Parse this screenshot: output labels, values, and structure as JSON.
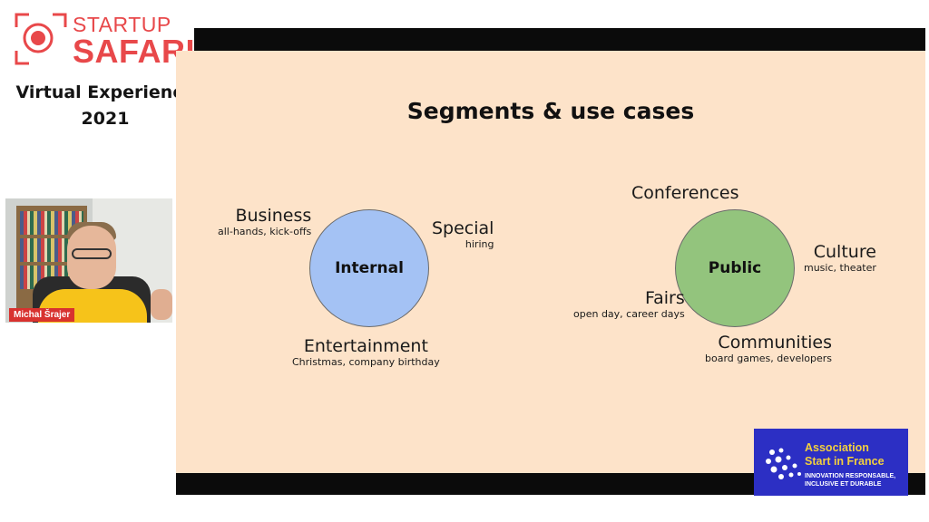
{
  "branding": {
    "logo_line1": "STARTUP",
    "logo_line2": "SAFARI",
    "event_line1": "Virtual Experience",
    "event_line2": "2021",
    "brand_color": "#e8484a"
  },
  "webcam": {
    "speaker_name": "Michal Šrajer"
  },
  "slide": {
    "title": "Segments & use cases",
    "background": "#fde3c9",
    "groups": [
      {
        "center_label": "Internal",
        "color": "#a4c2f4",
        "segments": [
          {
            "title": "Business",
            "subtitle": "all-hands, kick-offs"
          },
          {
            "title": "Special",
            "subtitle": "hiring"
          },
          {
            "title": "Entertainment",
            "subtitle": "Christmas, company birthday"
          }
        ]
      },
      {
        "center_label": "Public",
        "color": "#93c47d",
        "segments": [
          {
            "title": "Conferences",
            "subtitle": ""
          },
          {
            "title": "Culture",
            "subtitle": "music, theater"
          },
          {
            "title": "Fairs",
            "subtitle": "open day, career days"
          },
          {
            "title": "Communities",
            "subtitle": "board games, developers"
          }
        ]
      }
    ]
  },
  "association": {
    "name_line1": "Association",
    "name_line2": "Start in France",
    "tagline_line1": "INNOVATION RESPONSABLE,",
    "tagline_line2": "INCLUSIVE ET DURABLE",
    "name_color": "#f2cf3e",
    "background": "#2c2fc4"
  }
}
